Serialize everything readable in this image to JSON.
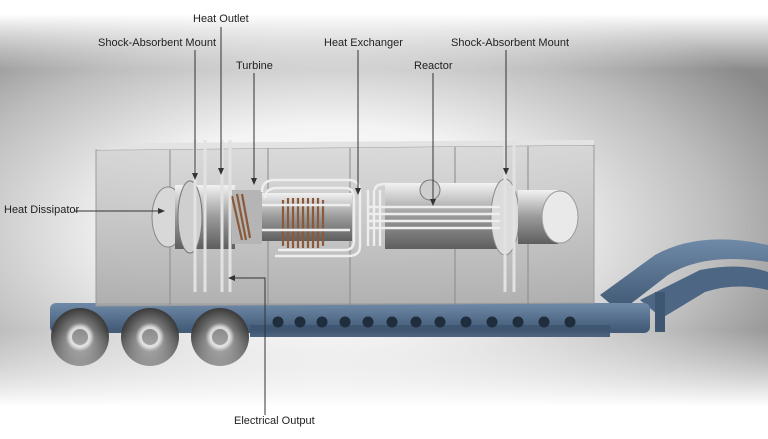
{
  "labels": {
    "heat_outlet": "Heat Outlet",
    "shock_mount_left": "Shock-Absorbent Mount",
    "turbine": "Turbine",
    "heat_exchanger": "Heat Exchanger",
    "reactor": "Reactor",
    "shock_mount_right": "Shock-Absorbent Mount",
    "heat_dissipator": "Heat Dissipator",
    "electrical_output": "Electrical Output"
  },
  "colors": {
    "trailer": "#5b7796",
    "trailer_dark": "#3e5672",
    "container": "#c9c9c9",
    "pipe": "#e6e6e6",
    "coil": "#8a5a3a",
    "leader": "#333333"
  }
}
